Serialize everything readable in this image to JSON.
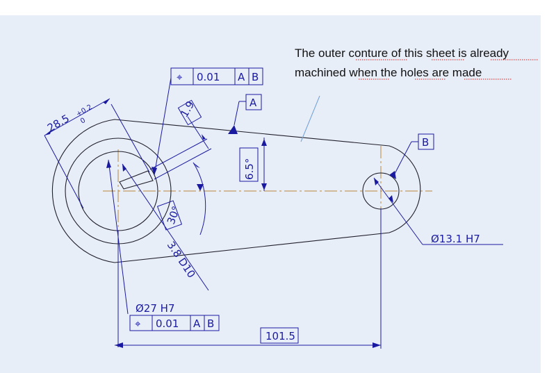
{
  "note": {
    "line1": "The outer conture of this sheet is already",
    "line2": "machined when the holes are made"
  },
  "fcf_top": {
    "symbol": "⌖",
    "tolerance": "0.01",
    "datum1": "A",
    "datum2": "B"
  },
  "fcf_bottom": {
    "symbol": "⌖",
    "tolerance": "0.01",
    "datum1": "A",
    "datum2": "B"
  },
  "datum_a": "A",
  "datum_b": "B",
  "dims": {
    "radius_main": "28.5",
    "radius_upper_tol": "+0.2",
    "radius_lower_tol": "0",
    "slot_width": "1.9",
    "taper_angle": "6.5°",
    "slot_angle": "30°",
    "slot_dia": "3.8 D10",
    "big_hole": "Ø27  H7",
    "small_hole": "Ø13.1  H7",
    "center_distance": "101.5"
  },
  "colors": {
    "background": "#e8eef8",
    "dimension": "#1a1aa0",
    "outline": "#1f1f2a",
    "centerline": "#b8863b",
    "spellcheck": "#d02020"
  }
}
